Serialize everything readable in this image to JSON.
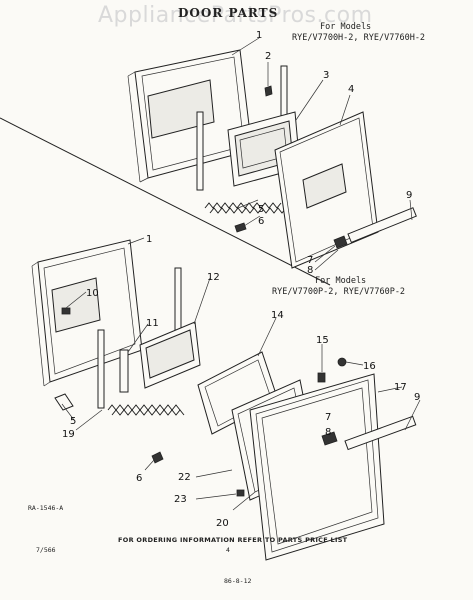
{
  "watermark": "AppliancePartsPros.com",
  "title": "DOOR PARTS",
  "upper_models": {
    "prefix": "For Models",
    "models": "RYE/V7700H-2, RYE/V7760H-2"
  },
  "lower_models": {
    "prefix": "For Models",
    "models": "RYE/V7700P-2, RYE/V7760P-2"
  },
  "callouts_upper": [
    "1",
    "2",
    "3",
    "4",
    "5",
    "6",
    "7",
    "8",
    "9"
  ],
  "callouts_lower": [
    "1",
    "10",
    "11",
    "12",
    "14",
    "15",
    "16",
    "17",
    "7",
    "8",
    "9",
    "19",
    "5",
    "6",
    "22",
    "23",
    "20"
  ],
  "figure_code": "RA-1546-A",
  "footer_note": "FOR ORDERING INFORMATION REFER TO PARTS PRICE LIST",
  "date_code": "7/566",
  "page_number": "4",
  "page_mark": "86-8-12",
  "colors": {
    "line": "#222222",
    "paper": "#fbfaf6",
    "watermark": "#d9d9d9"
  }
}
